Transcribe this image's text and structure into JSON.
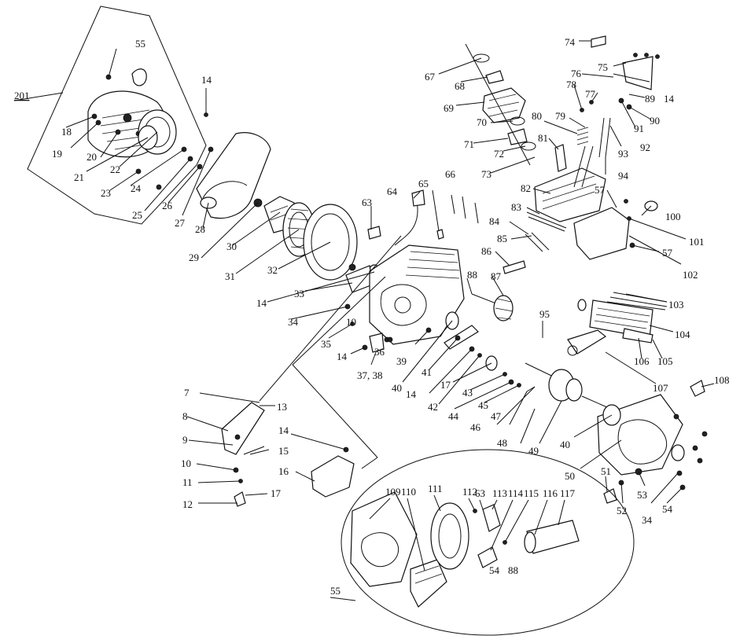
{
  "labels": {
    "l201": "201",
    "l18": "18",
    "l19": "19",
    "l20": "20",
    "l21": "21",
    "l22": "22",
    "l23": "23",
    "l24": "24",
    "l25": "25",
    "l26": "26",
    "l27": "27",
    "l28": "28",
    "l29": "29",
    "l30": "30",
    "l31": "31",
    "l32": "32",
    "l33": "33",
    "l34a": "34",
    "l34b": "34",
    "l35": "35",
    "l36": "36",
    "l3738": "37, 38",
    "l39": "39",
    "l40a": "40",
    "l40b": "40",
    "l41": "41",
    "l42": "42",
    "l43": "43",
    "l44": "44",
    "l45": "45",
    "l46": "46",
    "l47": "47",
    "l48": "48",
    "l49": "49",
    "l50": "50",
    "l51": "51",
    "l52": "52",
    "l53": "53",
    "l54a": "54",
    "l54b": "54",
    "l55a": "55",
    "l55b": "55",
    "l57a": "57",
    "l57b": "57",
    "l63a": "63",
    "l63b": "63",
    "l64": "64",
    "l65": "65",
    "l66": "66",
    "l67": "67",
    "l68": "68",
    "l69": "69",
    "l70": "70",
    "l71": "71",
    "l72": "72",
    "l73": "73",
    "l74": "74",
    "l75": "75",
    "l76": "76",
    "l77": "77",
    "l78": "78",
    "l79": "79",
    "l80": "80",
    "l81": "81",
    "l82": "82",
    "l83": "83",
    "l84": "84",
    "l85": "85",
    "l86": "86",
    "l87": "87",
    "l88a": "88",
    "l88b": "88",
    "l89": "89",
    "l90": "90",
    "l91": "91",
    "l92": "92",
    "l93": "93",
    "l94": "94",
    "l95": "95",
    "l100": "100",
    "l101": "101",
    "l102": "102",
    "l103": "103",
    "l104": "104",
    "l105": "105",
    "l106": "106",
    "l107": "107",
    "l108": "108",
    "l109": "109",
    "l110": "110",
    "l111": "111",
    "l112": "112",
    "l113": "113",
    "l114": "114",
    "l115": "115",
    "l116": "116",
    "l117": "117",
    "l7": "7",
    "l8": "8",
    "l9": "9",
    "l10a": "10",
    "l10b": "10",
    "l11": "11",
    "l12": "12",
    "l13": "13",
    "l14a": "14",
    "l14b": "14",
    "l14c": "14",
    "l14d": "14",
    "l14e": "14",
    "l14f": "14",
    "l14g": "14",
    "l15": "15",
    "l16": "16",
    "l17a": "17",
    "l17b": "17"
  }
}
